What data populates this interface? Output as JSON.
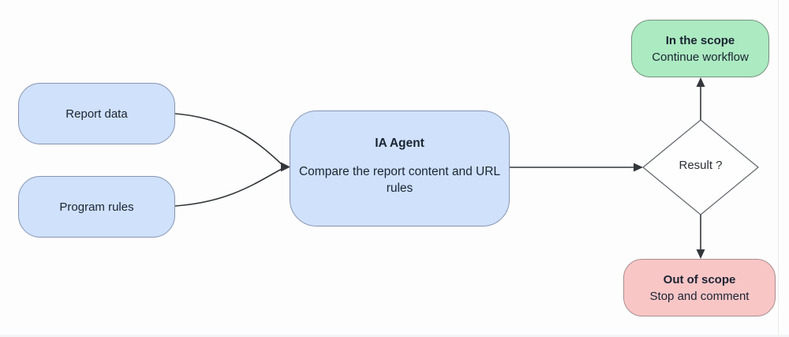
{
  "diagram": {
    "type": "flowchart",
    "nodes": {
      "report_data": {
        "label": "Report data",
        "shape": "rounded-rect",
        "fill": "#cfe1fb"
      },
      "program_rules": {
        "label": "Program rules",
        "shape": "rounded-rect",
        "fill": "#cfe1fb"
      },
      "ia_agent": {
        "title": "IA Agent",
        "description": "Compare the report content and URL rules",
        "shape": "rounded-rect",
        "fill": "#cfe1fb"
      },
      "result": {
        "label": "Result ?",
        "shape": "diamond",
        "fill": "#ffffff"
      },
      "in_scope": {
        "title": "In the scope",
        "subtitle": "Continue workflow",
        "shape": "rounded-rect",
        "fill": "#aceac1"
      },
      "out_scope": {
        "title": "Out of scope",
        "subtitle": "Stop and comment",
        "shape": "rounded-rect",
        "fill": "#f9c6c6"
      }
    },
    "edges": [
      {
        "from": "report_data",
        "to": "ia_agent"
      },
      {
        "from": "program_rules",
        "to": "ia_agent"
      },
      {
        "from": "ia_agent",
        "to": "result"
      },
      {
        "from": "result",
        "to": "in_scope"
      },
      {
        "from": "result",
        "to": "out_scope"
      }
    ],
    "colors": {
      "node_blue": "#cfe1fb",
      "node_green": "#aceac1",
      "node_red": "#f9c6c6",
      "node_blue_border": "#8795b3",
      "node_green_border": "#75927e",
      "node_red_border": "#ab8d90",
      "diamond_border": "#5f646b",
      "arrow": "#33363b",
      "text": "#1b2433",
      "background": "#fdfdfd"
    }
  }
}
